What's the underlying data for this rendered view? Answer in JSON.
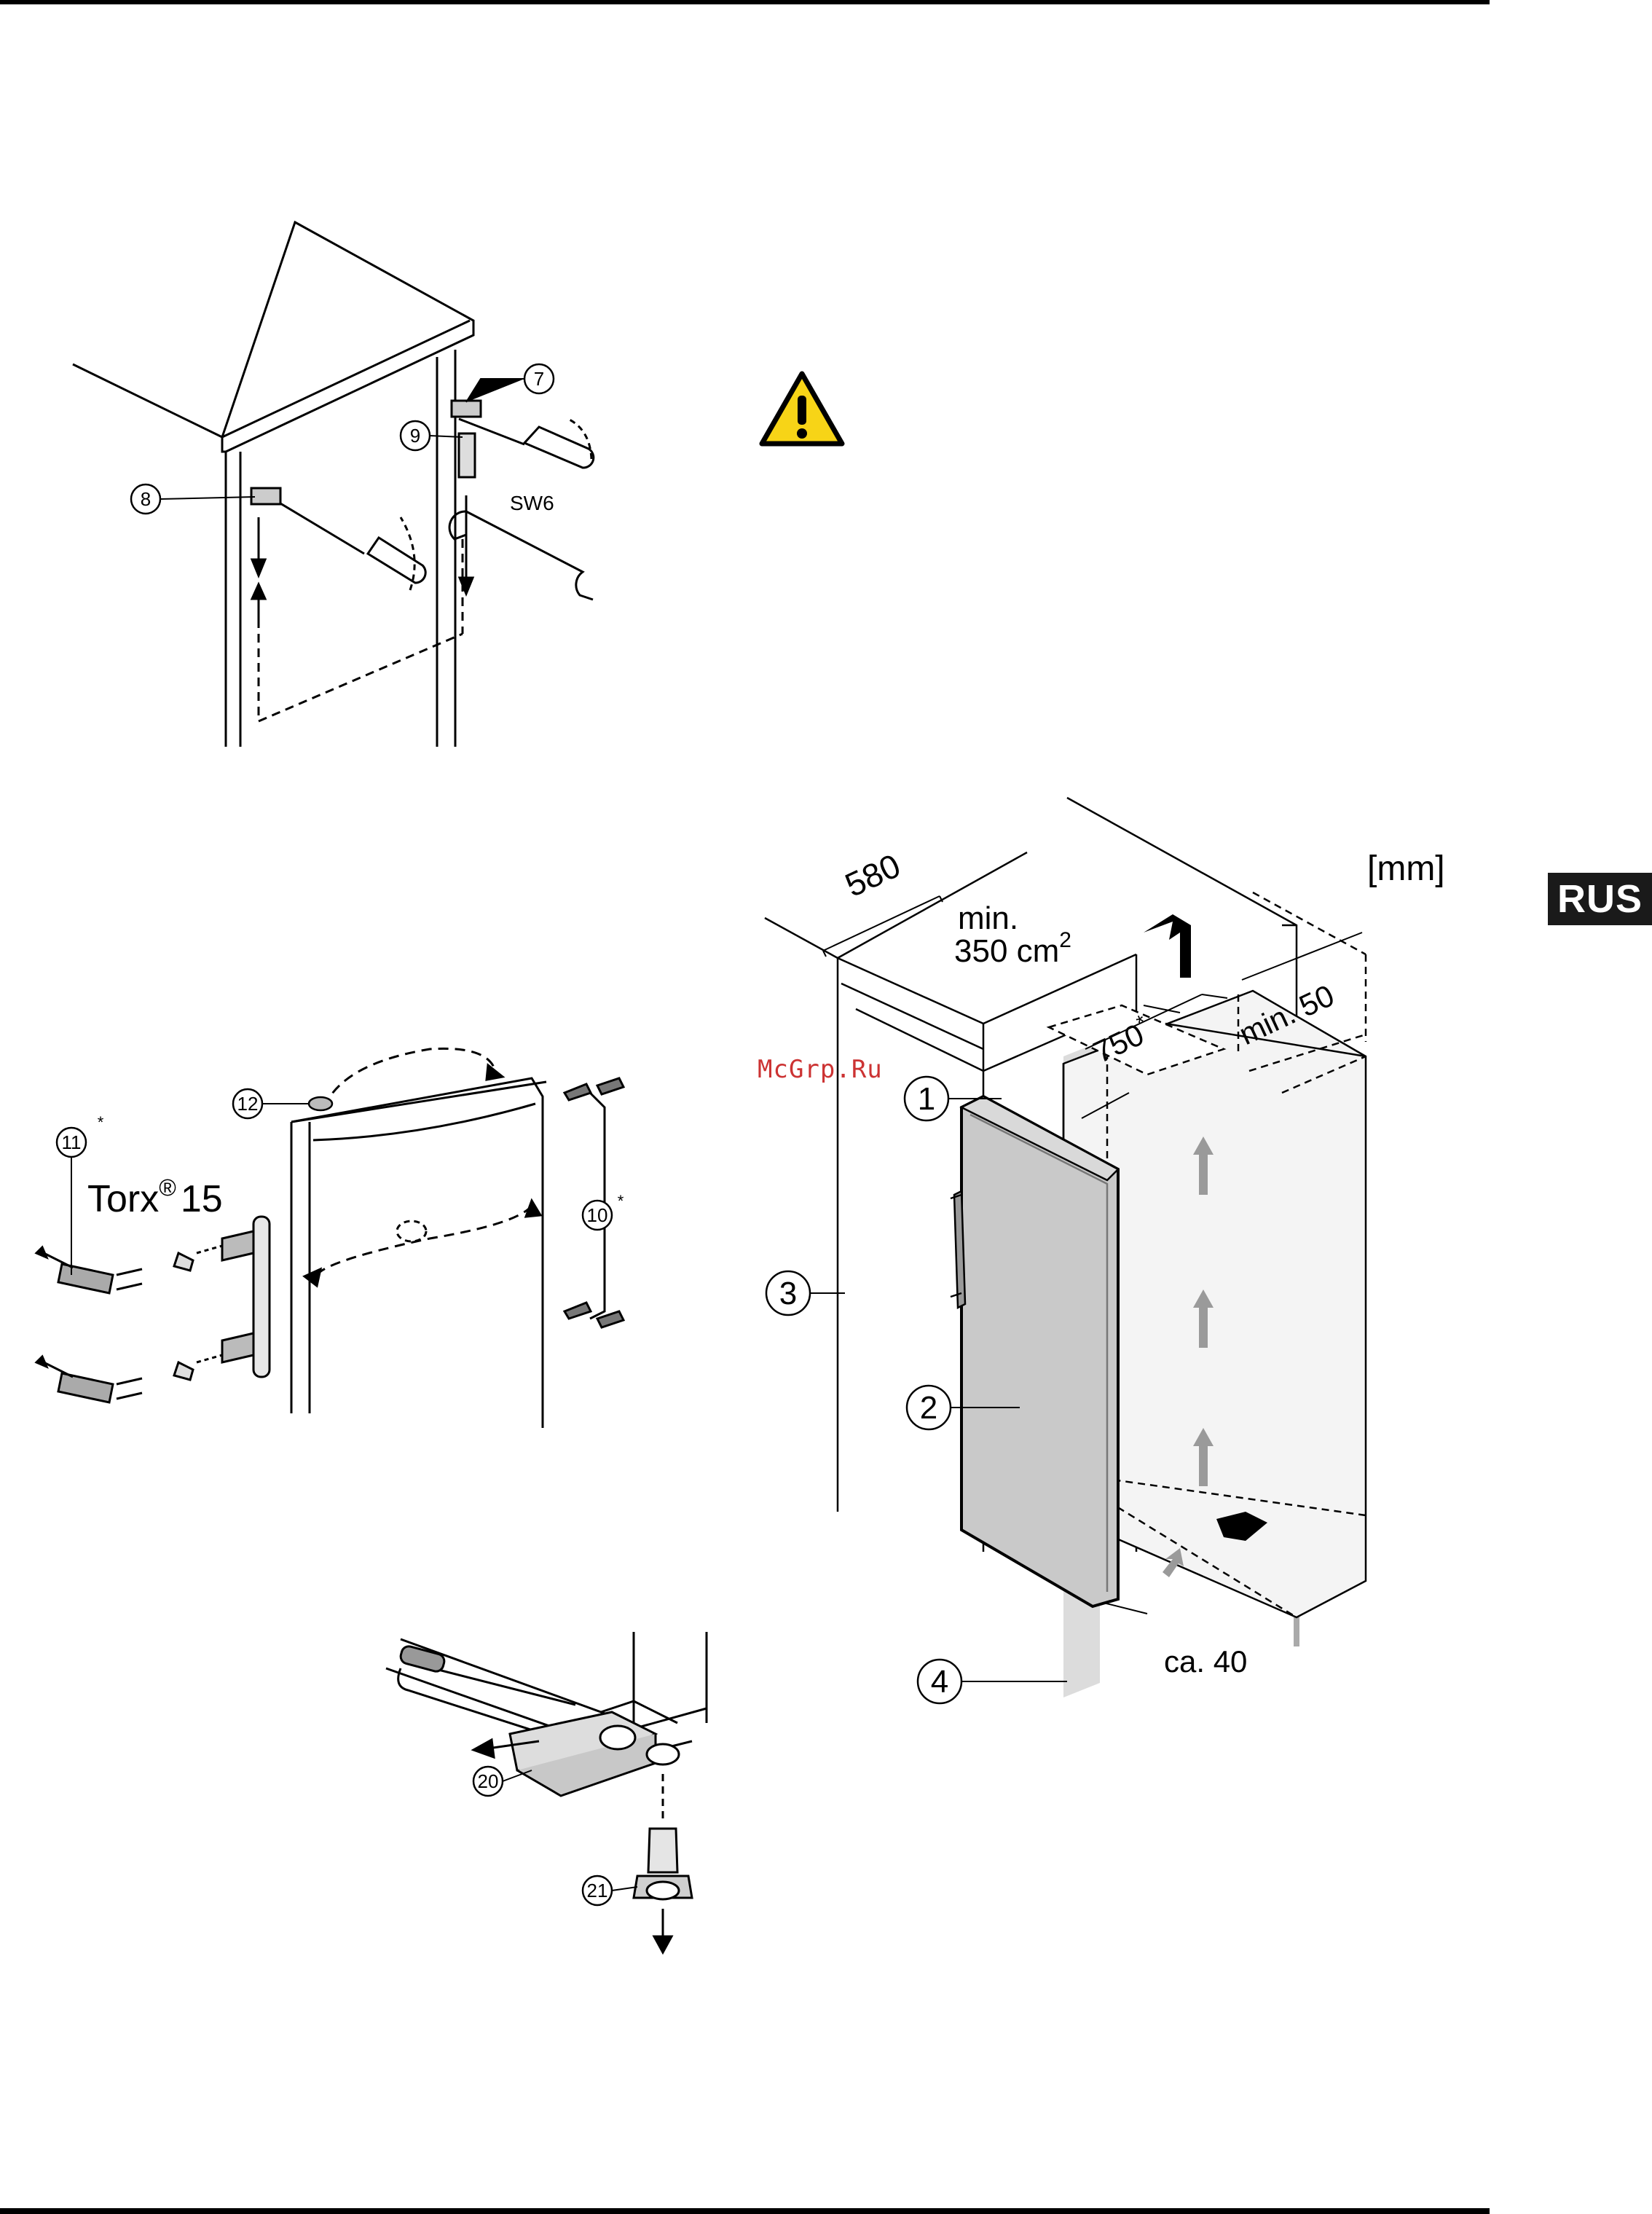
{
  "language_badge": "RUS",
  "watermark": "McGrp.Ru",
  "figure_top_hinges": {
    "callouts": [
      "7",
      "8",
      "9"
    ],
    "tool_label": "SW6"
  },
  "figure_handle": {
    "callouts": [
      "11",
      "12",
      "10"
    ],
    "callout_asterisk": "*",
    "torx_label": "Torx",
    "torx_superscript": "®",
    "torx_number": "15"
  },
  "figure_bottom_hinge": {
    "callouts": [
      "20",
      "21"
    ]
  },
  "figure_installation": {
    "unit_label": "[mm]",
    "dim_depth": "580",
    "vent_min": "min.",
    "vent_area": "350 cm",
    "vent_area_superscript": "2",
    "dim_750": "750",
    "dim_750_asterisk": "*",
    "dim_min_50": "min. 50",
    "dim_ca_40": "ca. 40",
    "callouts": [
      "1",
      "2",
      "3",
      "4"
    ]
  },
  "colors": {
    "warning_red": "#d8262b",
    "warning_yellow": "#f7d417",
    "badge_bg": "#1a1a1a",
    "airflow_gray": "#9a9a9a"
  }
}
